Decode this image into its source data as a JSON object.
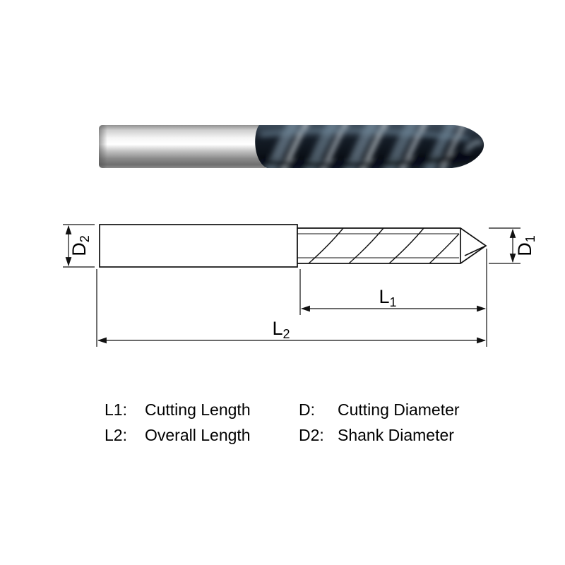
{
  "drawing": {
    "dims": {
      "d2": {
        "base": "D",
        "sub": "2"
      },
      "d1": {
        "base": "D",
        "sub": "1"
      },
      "l1": {
        "base": "L",
        "sub": "1"
      },
      "l2": {
        "base": "L",
        "sub": "2"
      }
    }
  },
  "legend": {
    "items": [
      {
        "term": "L1:",
        "def": "Cutting Length"
      },
      {
        "term": "D:",
        "def": "Cutting Diameter"
      },
      {
        "term": "L2:",
        "def": "Overall Length"
      },
      {
        "term": "D2:",
        "def": "Shank Diameter"
      }
    ]
  },
  "colors": {
    "outline": "#111111",
    "coating_dark": "#0d141c",
    "coating_highlight": "#9fb4c4",
    "shank_silver": "#cfcfcf"
  }
}
